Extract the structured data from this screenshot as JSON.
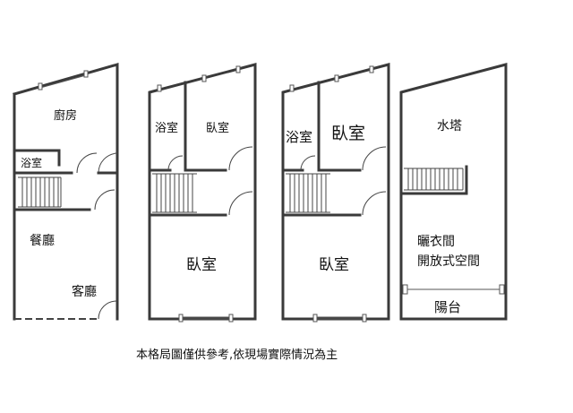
{
  "floors": [
    {
      "rooms": {
        "kitchen": "廚房",
        "bath": "浴室",
        "dining": "餐廳",
        "living": "客廳"
      }
    },
    {
      "rooms": {
        "bath": "浴室",
        "bedroom_top": "臥室",
        "bedroom_main": "臥室"
      }
    },
    {
      "rooms": {
        "bath": "浴室",
        "bedroom_top": "臥室",
        "bedroom_main": "臥室"
      }
    },
    {
      "rooms": {
        "water_tower": "水塔",
        "laundry": "曬衣間",
        "open_space": "開放式空間",
        "balcony": "陽台"
      }
    }
  ],
  "disclaimer": "本格局圖僅供參考,依現場實際情況為主"
}
